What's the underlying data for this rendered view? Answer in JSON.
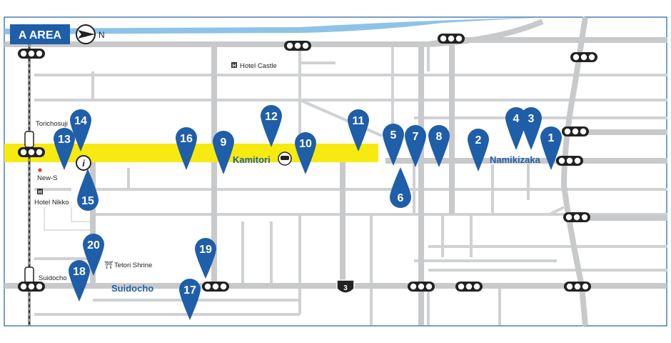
{
  "map": {
    "area_title": "A AREA",
    "north_label": "N",
    "streets": {
      "kamitori": "Kamitori",
      "namikizaka": "Namikizaka",
      "suidocho": "Suidocho"
    },
    "places": {
      "hotel_castle": "Hotel Castle",
      "torichosuji": "Torichosuji",
      "new_s": "New-S",
      "hotel_nikko": "Hotel Nikko",
      "tetori_shrine": "Tetori Shrine",
      "suidocho_stop": "Suidocho"
    },
    "route_shield": "3",
    "hotel_icon": "H",
    "info_icon": "i",
    "shrine_icon": "⛩"
  },
  "pins": [
    "1",
    "2",
    "3",
    "4",
    "5",
    "6",
    "7",
    "8",
    "9",
    "10",
    "11",
    "12",
    "13",
    "14",
    "15",
    "16",
    "17",
    "18",
    "19",
    "20"
  ],
  "colors": {
    "pin": "#1f5ea8",
    "road": "#c7c9cb",
    "highlight": "#f7ea10",
    "river": "#8dc3e8",
    "label_blue": "#1f5ea8",
    "title_bg": "#1f5ea8"
  }
}
